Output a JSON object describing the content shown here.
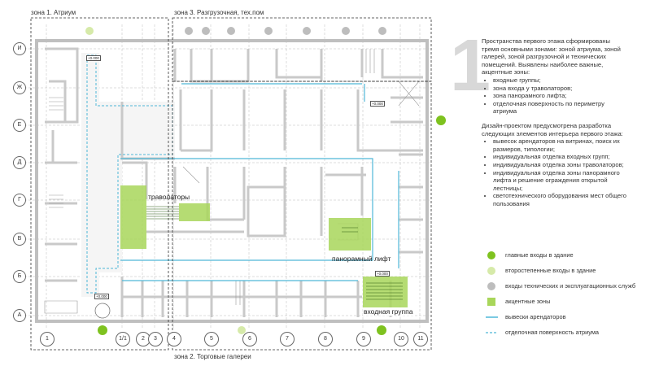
{
  "zones": {
    "atrium": "зона 1. Атриум",
    "service": "зона 3. Разгрузочная, тех.пом",
    "galleries": "зона 2. Торговые галереи"
  },
  "grid_rows": [
    "И",
    "Ж",
    "Е",
    "Д",
    "Г",
    "В",
    "Б",
    "А"
  ],
  "grid_cols": [
    "1",
    "1/1",
    "2",
    "3",
    "4",
    "5",
    "6",
    "7",
    "8",
    "9",
    "10",
    "11"
  ],
  "plan_labels": {
    "travolators": "траволаторы",
    "panoramic_lift": "панорамный лифт",
    "entrance_group": "входная группа",
    "elev_1": "+0.000",
    "elev_2": "+0.000",
    "elev_3": "+0.000",
    "elev_4": "+0.000"
  },
  "big_number": "1",
  "description": {
    "intro": "Пространства первого этажа сформированы тремя основными зонами: зоной атриума, зоной галерей, зоной разгрузочной и технических помещений. Выявлены наиболее важные, акцентные зоны:",
    "accent_zones": [
      "входные группы;",
      "зона входа у траволаторов;",
      "зона панорамного лифта;",
      "отделочная поверхность по периметру атриума"
    ],
    "design_intro": "Дизайн-проектом предусмотрена разработка следующих элементов интерьера первого этажа:",
    "design_items": [
      "вывесок арендаторов на витринах, поиск их размеров, типологии;",
      "индивидуальная отделка входных групп;",
      "индивидуальная отделка зоны траволаторов;",
      "индивидуальная отделка зоны панорамного лифта и решение ограждения открытой лестницы;",
      "светотехнического оборудования мест общего пользования"
    ]
  },
  "legend": [
    {
      "label": "главные входы в здание",
      "symbol": "circle",
      "color": "#7ec21f"
    },
    {
      "label": "второстепенные входы в здание",
      "symbol": "circle",
      "color": "#d6eaa9"
    },
    {
      "label": "входы технических и эксплуатационных служб",
      "symbol": "circle",
      "color": "#bdbdbd"
    },
    {
      "label": "акцентные зоны",
      "symbol": "square",
      "color": "#a8d65a"
    },
    {
      "label": "вывески арендаторов",
      "symbol": "line",
      "color": "#4fb8d8"
    },
    {
      "label": "отделочная поверхность атриума",
      "symbol": "dashed",
      "color": "#4fb8d8"
    }
  ],
  "colors": {
    "main_entrance": "#7ec21f",
    "secondary_entrance": "#d6eaa9",
    "service_entrance": "#bdbdbd",
    "accent_zone": "#a8d65a",
    "tenant_sign": "#4fb8d8",
    "wall": "#c9c9c9"
  }
}
